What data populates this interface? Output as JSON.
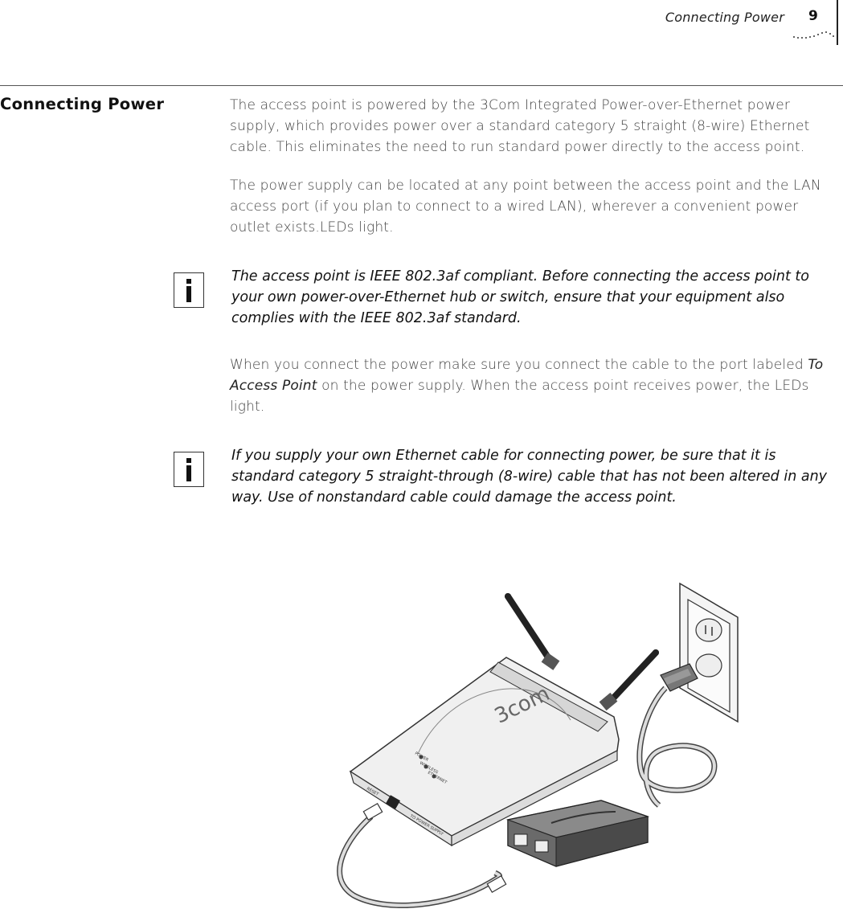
{
  "header": {
    "running_title": "Connecting Power",
    "page_number": "9"
  },
  "section": {
    "title": "Connecting Power"
  },
  "paragraphs": {
    "p1": "The access point is powered by the 3Com Integrated Power-over-Ethernet power supply, which provides power over a standard category 5 straight (8-wire) Ethernet cable. This eliminates the need to run standard power directly to the access point.",
    "p2": "The power supply can be located at any point between the access point and the LAN access port (if you plan to connect to a wired LAN), wherever a convenient power outlet exists.LEDs light.",
    "p3_before": "When you connect the power make sure you connect the cable to the port labeled ",
    "p3_emphasis": "To Access Point",
    "p3_after": " on the power supply. When the access point receives power, the LEDs light."
  },
  "notes": [
    {
      "icon": "info-icon",
      "text": "The access point is IEEE 802.3af compliant. Before connecting the access point to your own power-over-Ethernet hub or switch, ensure that your equipment also complies with the IEEE 802.3af standard."
    },
    {
      "icon": "info-icon",
      "text": "If you supply your own Ethernet cable for connecting power, be sure that it is standard category 5 straight-through (8-wire) cable that has not been altered in any way. Use of nonstandard cable could damage the access point."
    }
  ],
  "figure": {
    "brand_label": "3com",
    "led_labels": [
      "POWER",
      "WIRELESS",
      "ETHERNET"
    ],
    "port_label": "RESET",
    "supply_label": "TO POWER SUPPLY"
  }
}
